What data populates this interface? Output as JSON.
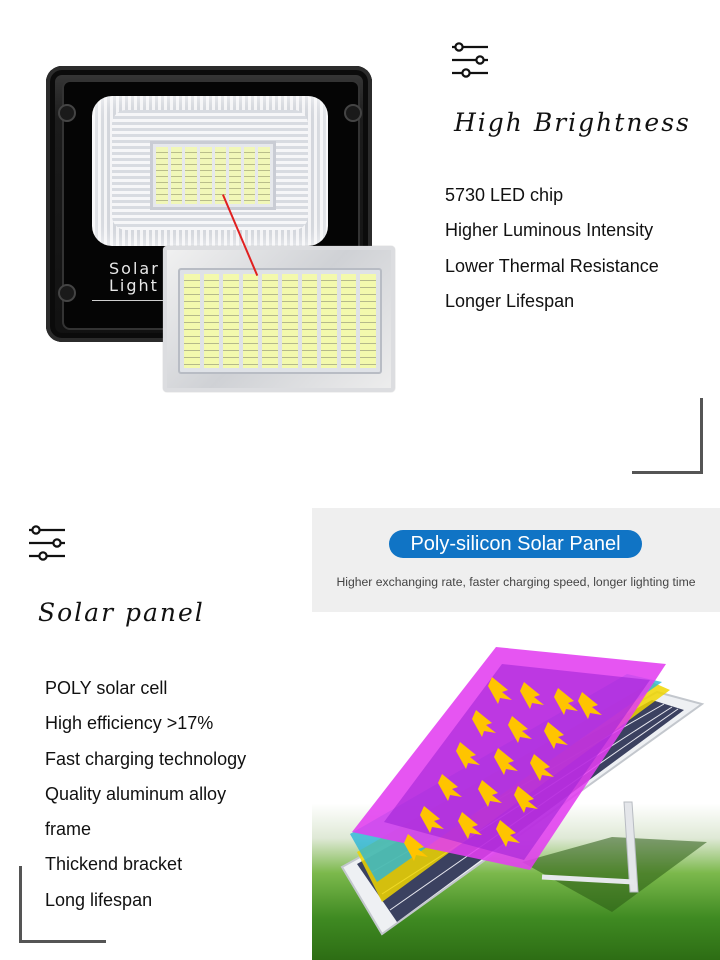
{
  "section_brightness": {
    "icon": "sliders-icon",
    "title": "High Brightness",
    "features": [
      "5730 LED chip",
      "Higher Luminous Intensity",
      "Lower Thermal Resistance",
      "Longer Lifespan"
    ],
    "product_label_line1": "Solar",
    "product_label_line2": "Light"
  },
  "section_solar": {
    "icon": "sliders-icon",
    "title": "Solar panel",
    "features": [
      "POLY solar cell",
      "High efficiency >17%",
      "Fast charging technology",
      "Quality aluminum alloy",
      "frame",
      "Thickend bracket",
      "Long lifespan"
    ],
    "banner_title": "Poly-silicon Solar Panel",
    "banner_subtitle": "Higher exchanging rate, faster charging speed, longer lighting time"
  },
  "colors": {
    "pill_blue": "#1074c5",
    "bracket_gray": "#555555",
    "header_bg": "#efefef",
    "layer_magenta": "#e23ef0",
    "layer_cyan": "#2ab5d8",
    "layer_yellow": "#f0d600",
    "arrow_yellow": "#ffc400",
    "pointer_red": "#e02020"
  }
}
